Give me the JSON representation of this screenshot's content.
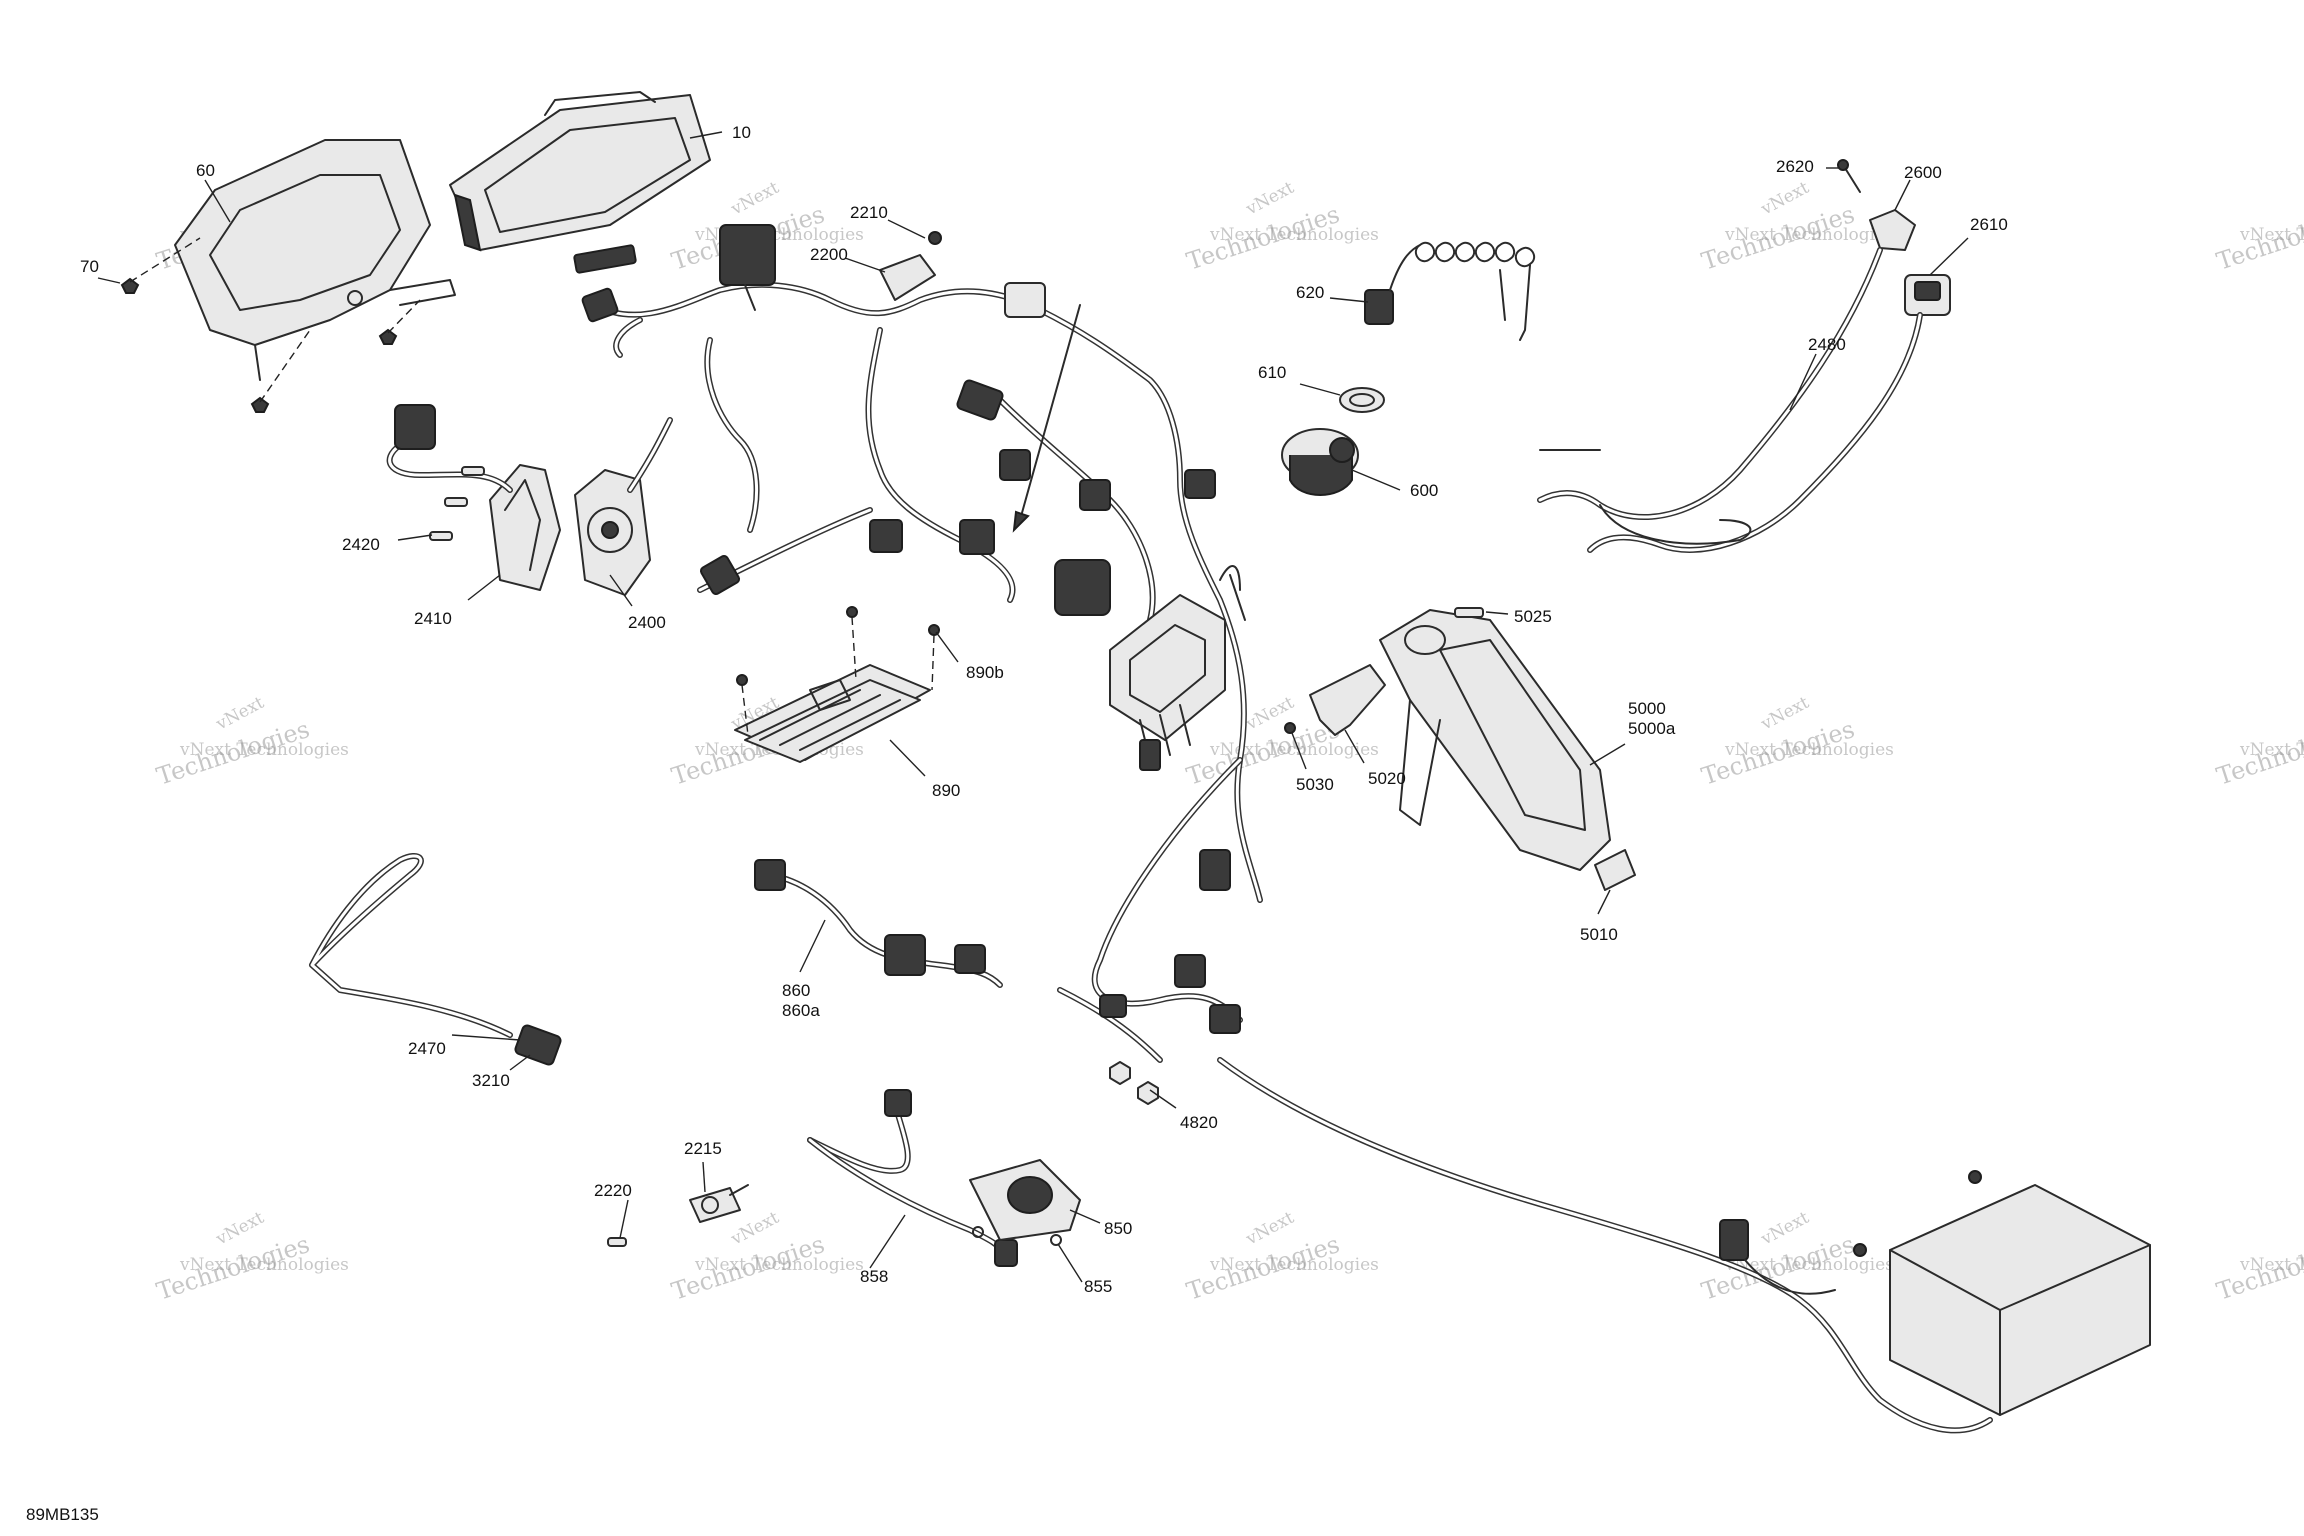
{
  "diagram_ref": "89MB135",
  "watermark": {
    "line1": "vNext Technologies",
    "line2": "Technologies",
    "tag": "vNext"
  },
  "callouts": [
    {
      "id": "c10",
      "text": "10"
    },
    {
      "id": "c60",
      "text": "60"
    },
    {
      "id": "c70",
      "text": "70"
    },
    {
      "id": "c2210",
      "text": "2210"
    },
    {
      "id": "c2200",
      "text": "2200"
    },
    {
      "id": "c620",
      "text": "620"
    },
    {
      "id": "c610",
      "text": "610"
    },
    {
      "id": "c600",
      "text": "600"
    },
    {
      "id": "c2620",
      "text": "2620"
    },
    {
      "id": "c2600",
      "text": "2600"
    },
    {
      "id": "c2610",
      "text": "2610"
    },
    {
      "id": "c2480",
      "text": "2480"
    },
    {
      "id": "c2420",
      "text": "2420"
    },
    {
      "id": "c2410",
      "text": "2410"
    },
    {
      "id": "c2400",
      "text": "2400"
    },
    {
      "id": "c890b",
      "text": "890b"
    },
    {
      "id": "c890",
      "text": "890"
    },
    {
      "id": "c5025",
      "text": "5025"
    },
    {
      "id": "c5000",
      "text": "5000"
    },
    {
      "id": "c5000a",
      "text": "5000a"
    },
    {
      "id": "c5020",
      "text": "5020"
    },
    {
      "id": "c5030",
      "text": "5030"
    },
    {
      "id": "c5010",
      "text": "5010"
    },
    {
      "id": "c860",
      "text": "860"
    },
    {
      "id": "c860a",
      "text": "860a"
    },
    {
      "id": "c2470",
      "text": "2470"
    },
    {
      "id": "c3210",
      "text": "3210"
    },
    {
      "id": "c4820",
      "text": "4820"
    },
    {
      "id": "c2215",
      "text": "2215"
    },
    {
      "id": "c2220",
      "text": "2220"
    },
    {
      "id": "c858",
      "text": "858"
    },
    {
      "id": "c850",
      "text": "850"
    },
    {
      "id": "c855",
      "text": "855"
    }
  ]
}
